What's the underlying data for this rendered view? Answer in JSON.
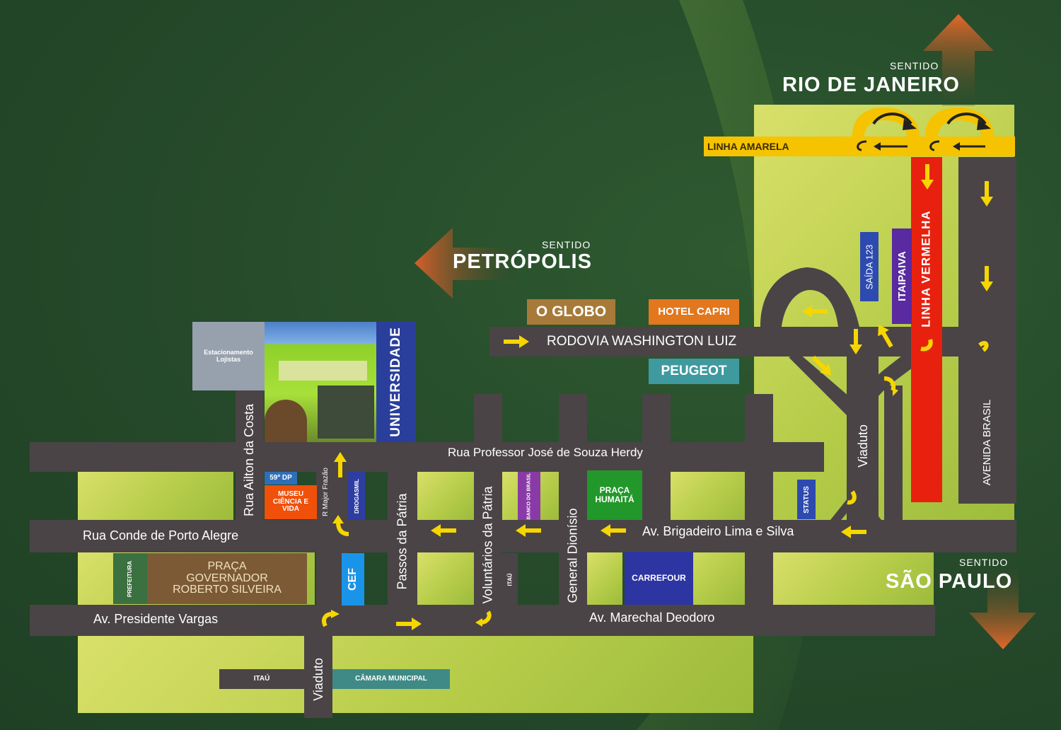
{
  "directions": {
    "rio": {
      "prefix": "SENTIDO",
      "city": "RIO DE JANEIRO"
    },
    "petropolis": {
      "prefix": "SENTIDO",
      "city": "PETRÓPOLIS"
    },
    "sao_paulo": {
      "prefix": "SENTIDO",
      "city": "SÃO PAULO"
    }
  },
  "roads": {
    "linha_amarela": "LINHA AMARELA",
    "linha_vermelha": "LINHA VERMELHA",
    "rodovia": "RODOVIA WASHINGTON LUIZ",
    "rua_professor": "Rua Professor José de Souza Herdy",
    "rua_conde": "Rua Conde de Porto Alegre",
    "av_brigadeiro": "Av. Brigadeiro Lima e Silva",
    "av_presidente": "Av. Presidente Vargas",
    "av_marechal": "Av. Marechal Deodoro",
    "rua_ailton": "Rua Ailton da Costa",
    "r_major": "R Major Frazão",
    "passos": "Passos da Pátria",
    "voluntarios": "Voluntários da Pátria",
    "general": "General Dionísio",
    "viaduto_east": "Viaduto",
    "viaduto_south": "Viaduto",
    "avenida_brasil": "AVENIDA BRASIL"
  },
  "places": {
    "o_globo": "O GLOBO",
    "hotel_capri": "HOTEL CAPRI",
    "peugeot": "PEUGEOT",
    "estacionamento": "Estacionamento Lojistas",
    "universidade": "UNIVERSIDADE",
    "dp": "59ª DP",
    "museu": "MUSEU CIÊNCIA E VIDA",
    "drogasmil": "DROGASMIL",
    "banco_brasil": "BANCO DO BRASIL",
    "praca_humaita": "PRAÇA HUMAITÁ",
    "prefeitura": "PREFEITURA",
    "praca_governador": "PRAÇA GOVERNADOR ROBERTO SILVEIRA",
    "cef": "CEF",
    "itau_mid": "ITAÚ",
    "carrefour": "CARREFOUR",
    "itau_bottom": "ITAÚ",
    "camara": "CÂMARA MUNICIPAL",
    "saida": "SAÍDA 123",
    "itaipaiva": "ITAIPAIVA",
    "status": "STATUS"
  },
  "colors": {
    "background": "#254a2a",
    "road": "#4a4446",
    "block": "#c5d455",
    "yellow_road": "#f6c300",
    "red_road": "#e8210f",
    "arrow": "#f6d600",
    "direction_arrow": "#d5602a"
  }
}
